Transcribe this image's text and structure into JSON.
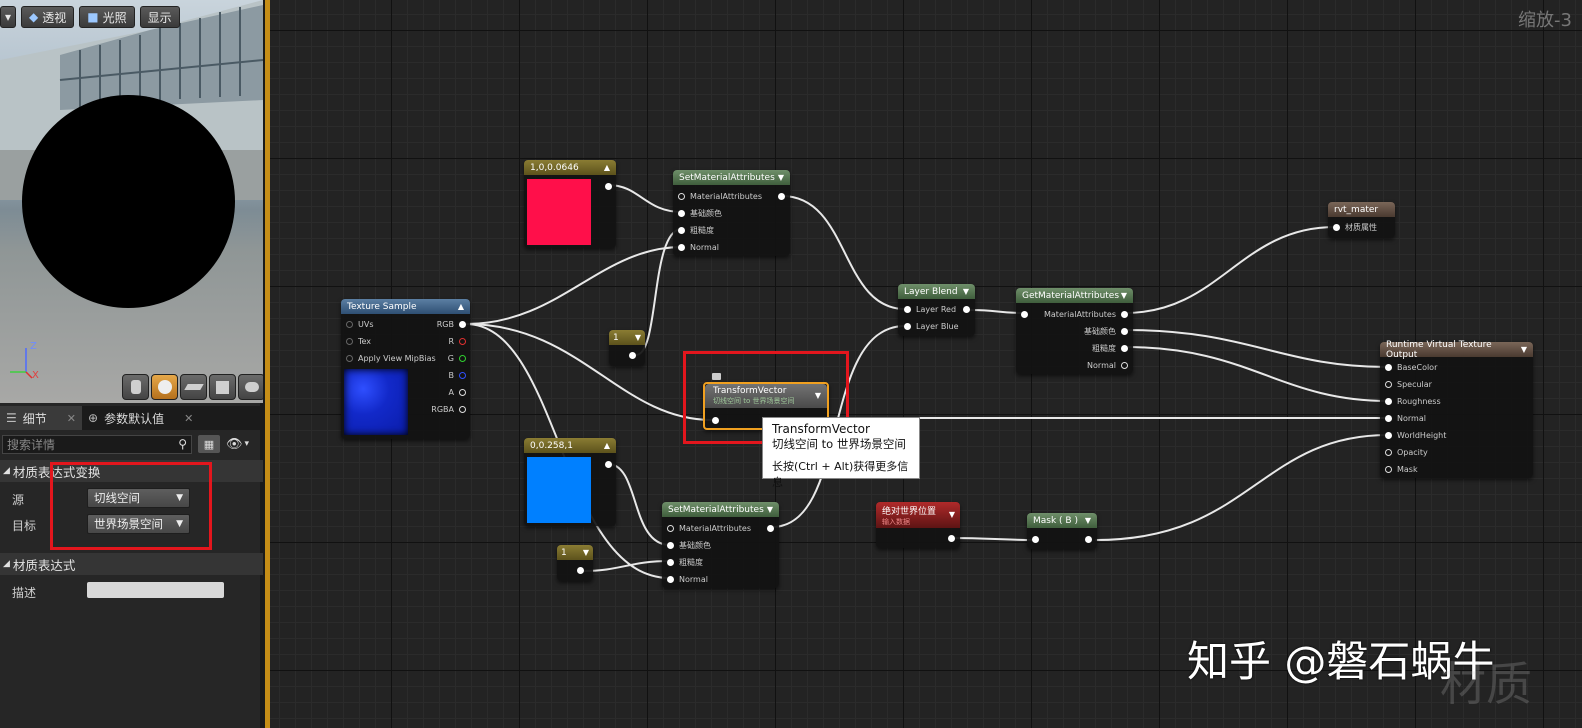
{
  "viewport": {
    "toolbar": {
      "menu_icon": "chevron-down-icon",
      "perspective": "透视",
      "lit": "光照",
      "show": "显示"
    },
    "axis": {
      "x": "X",
      "z": "Z"
    },
    "preview_shapes": [
      "cylinder",
      "sphere",
      "plane",
      "cube",
      "custom-mesh"
    ]
  },
  "details": {
    "tabs": [
      {
        "label": "细节",
        "icon": "details-icon"
      },
      {
        "label": "参数默认值",
        "icon": "parameter-icon"
      }
    ],
    "search_placeholder": "搜索详情",
    "section_transform": {
      "title": "材质表达式变换",
      "source_label": "源",
      "source_value": "切线空间",
      "target_label": "目标",
      "target_value": "世界场景空间"
    },
    "section_expression": {
      "title": "材质表达式",
      "desc_label": "描述",
      "desc_value": ""
    }
  },
  "graph": {
    "zoom": "缩放-3",
    "nodes": {
      "const_red": {
        "title": "1,0,0.0646",
        "color": "#ff0f4a"
      },
      "const_blue": {
        "title": "0,0.258,1",
        "color": "#0080ff"
      },
      "set_attr_1": {
        "title": "SetMaterialAttributes",
        "pins": [
          "MaterialAttributes",
          "基础颜色",
          "粗糙度",
          "Normal"
        ]
      },
      "set_attr_2": {
        "title": "SetMaterialAttributes",
        "pins": [
          "MaterialAttributes",
          "基础颜色",
          "粗糙度",
          "Normal"
        ]
      },
      "scalar_1": {
        "title": "1"
      },
      "scalar_2": {
        "title": "1"
      },
      "texture_sample": {
        "title": "Texture Sample",
        "inputs": [
          "UVs",
          "Tex",
          "Apply View MipBias"
        ],
        "outputs": [
          "RGB",
          "R",
          "G",
          "B",
          "A",
          "RGBA"
        ]
      },
      "transform_vector": {
        "title": "TransformVector",
        "subtitle": "切线空间 to 世界场景空间"
      },
      "layer_blend": {
        "title": "Layer Blend",
        "pins": [
          "Layer Red",
          "Layer Blue"
        ]
      },
      "get_attr": {
        "title": "GetMaterialAttributes",
        "pins": [
          "MaterialAttributes",
          "基础颜色",
          "粗糙度",
          "Normal"
        ]
      },
      "rvt_mater": {
        "title": "rvt_mater",
        "pins": [
          "材质属性"
        ]
      },
      "rvt_output": {
        "title": "Runtime Virtual Texture Output",
        "pins": [
          "BaseColor",
          "Specular",
          "Roughness",
          "Normal",
          "WorldHeight",
          "Opacity",
          "Mask"
        ]
      },
      "abs_world_pos": {
        "title": "绝对世界位置",
        "subtitle": "输入数据"
      },
      "mask_b": {
        "title": "Mask ( B )"
      }
    },
    "tooltip": {
      "line1": "TransformVector",
      "line2": "切线空间 to 世界场景空间",
      "line3": "长按(Ctrl + Alt)获得更多信息"
    }
  },
  "watermark": {
    "text": "知乎 @磐石蜗牛",
    "corner": "材质"
  },
  "colors": {
    "highlight": "#e3161d",
    "graph_border": "#c68e17"
  }
}
